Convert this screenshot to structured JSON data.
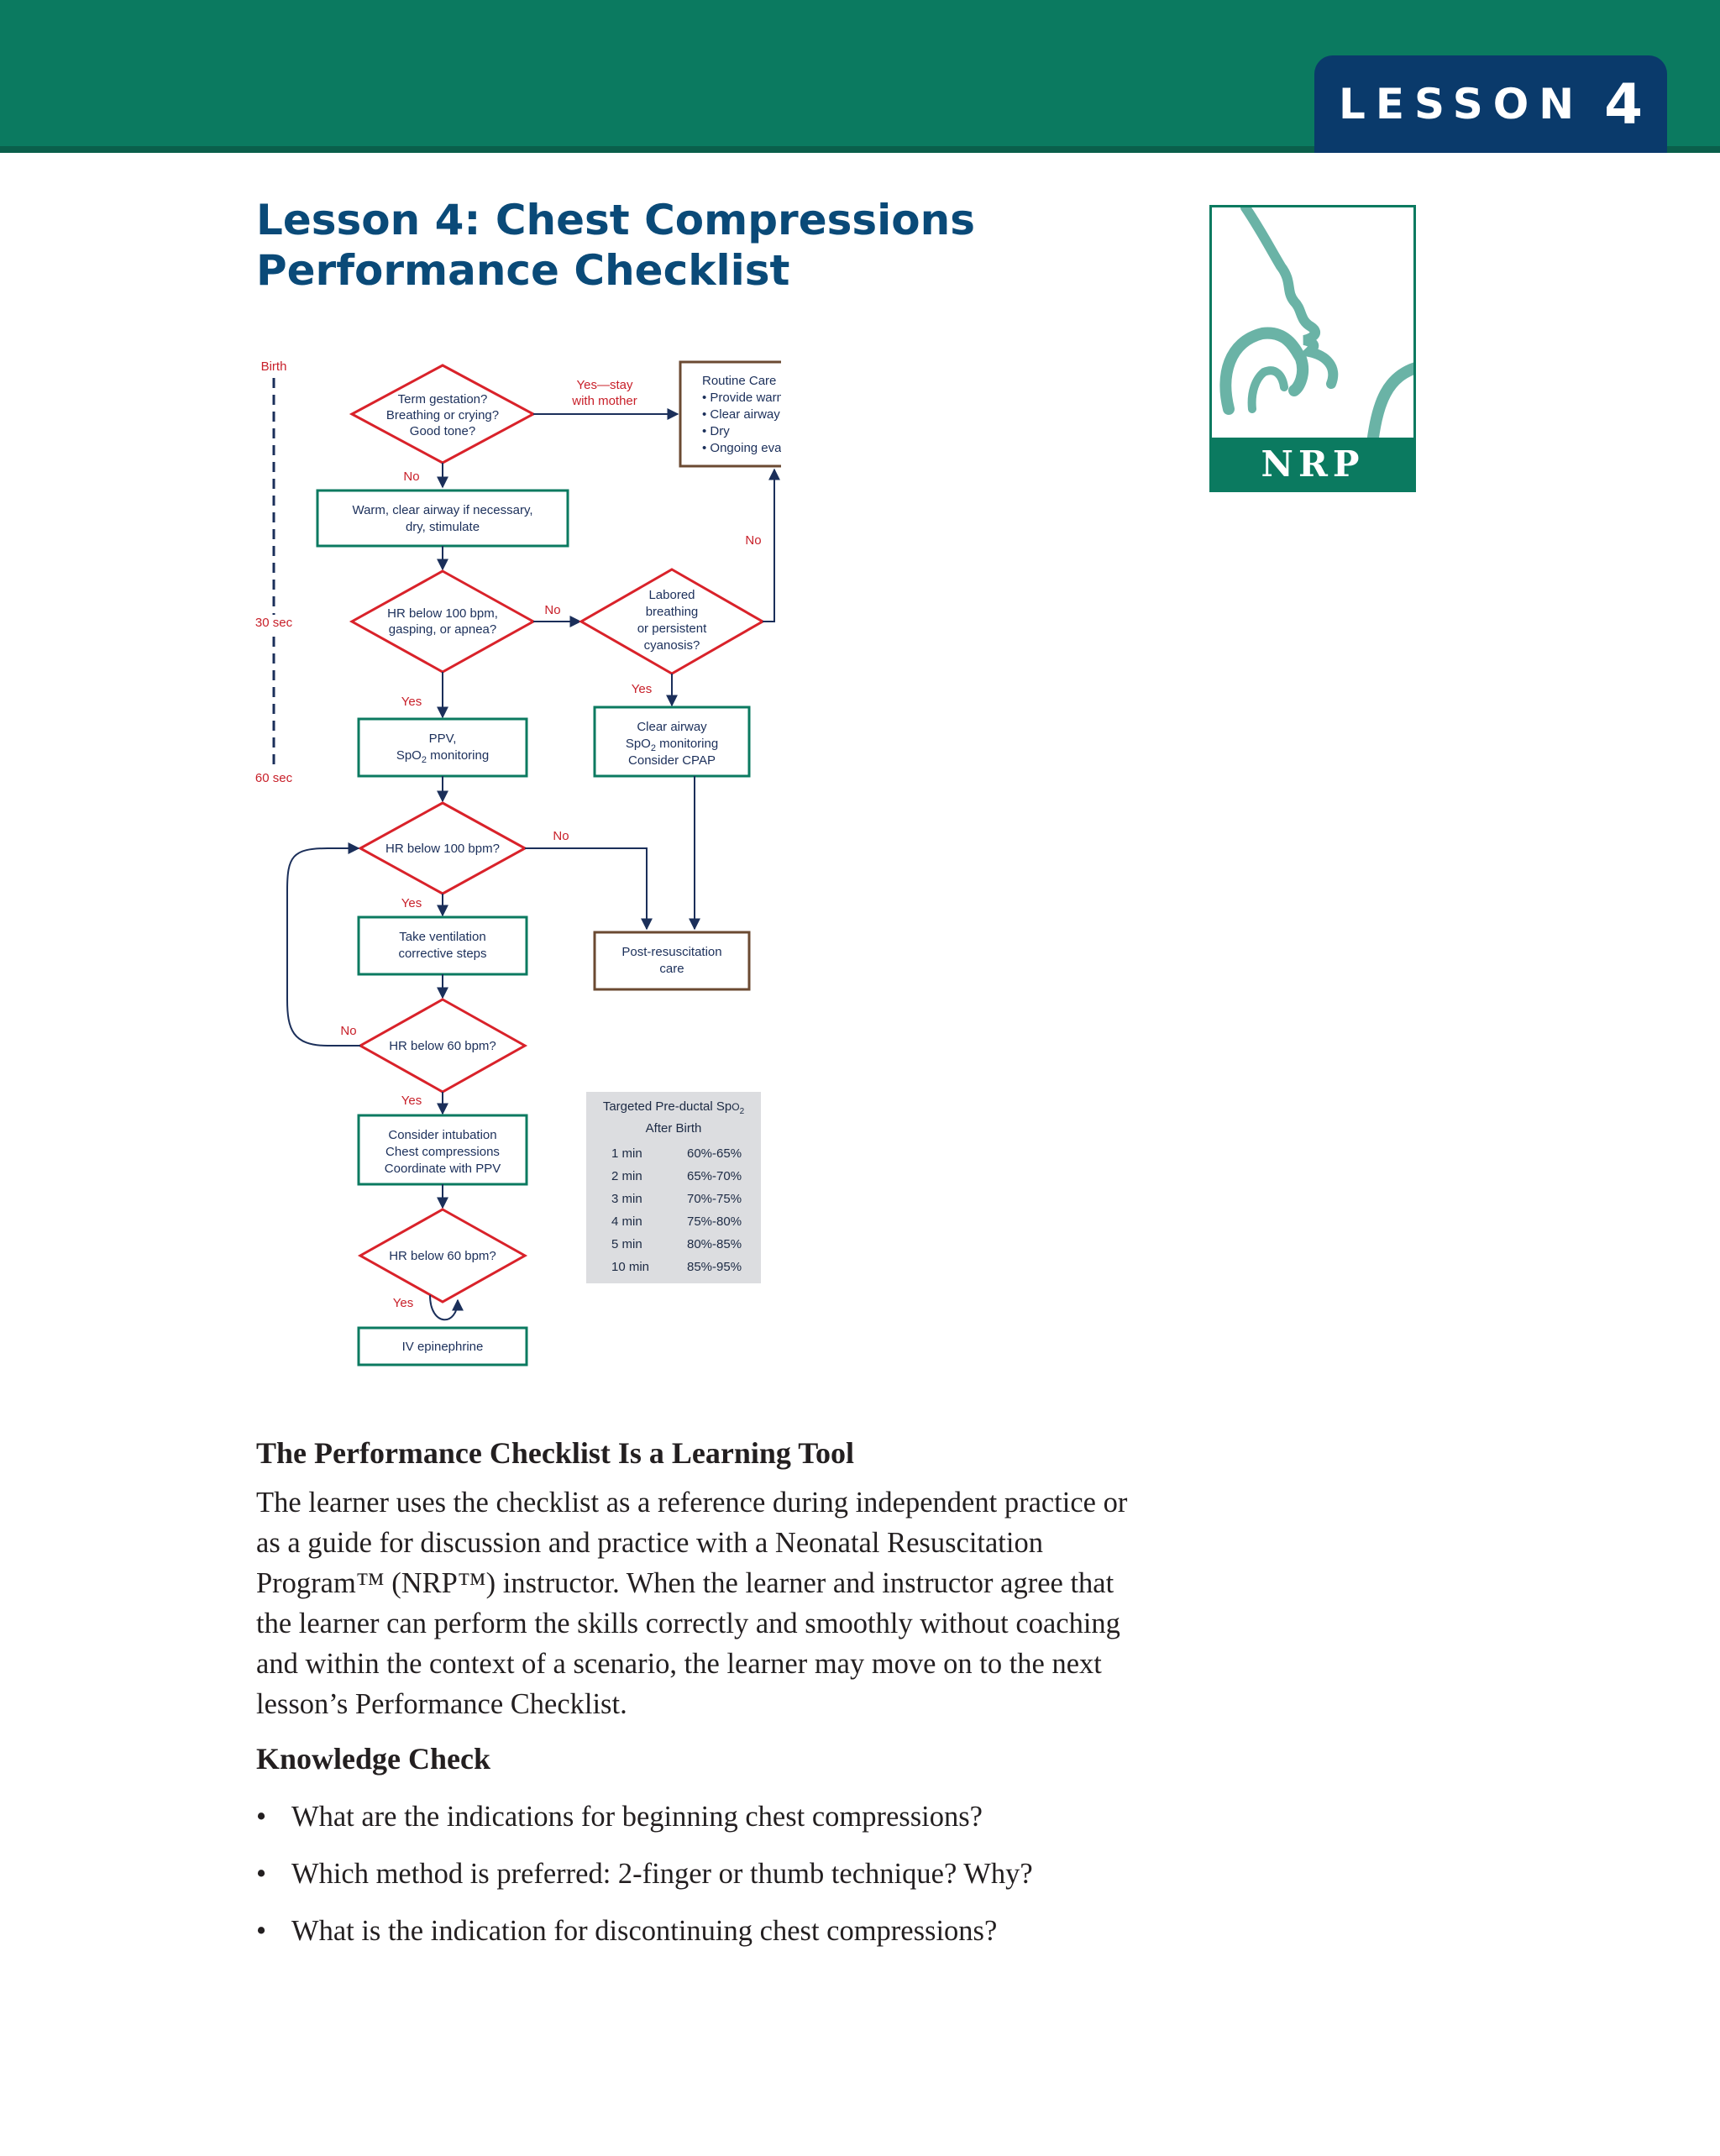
{
  "header": {
    "lesson_word": "LESSON",
    "lesson_number": "4"
  },
  "title": {
    "line1": "Lesson 4: Chest Compressions",
    "line2": "Performance Checklist"
  },
  "logo": {
    "text": "NRP",
    "icon": "mother-and-baby-silhouette-icon"
  },
  "flowchart": {
    "timeline": {
      "birth": "Birth",
      "t30": "30 sec",
      "t60": "60 sec"
    },
    "q_term": [
      "Term gestation?",
      "Breathing or crying?",
      "Good tone?"
    ],
    "yes_stay": [
      "Yes—stay",
      "with mother"
    ],
    "routine_care": [
      "Routine Care",
      "• Provide warmth",
      "• Clear airway if necessary",
      "• Dry",
      "• Ongoing evaluation"
    ],
    "no": "No",
    "yes": "Yes",
    "warm": [
      "Warm, clear airway if necessary,",
      "dry, stimulate"
    ],
    "q_hr100_gasp": [
      "HR below 100 bpm,",
      "gasping, or apnea?"
    ],
    "q_labored": [
      "Labored",
      "breathing",
      "or persistent",
      "cyanosis?"
    ],
    "ppv": [
      "PPV,",
      "SpO",
      "2",
      " monitoring"
    ],
    "clear_airway": [
      "Clear airway",
      "SpO",
      "2",
      " monitoring",
      "Consider CPAP"
    ],
    "q_hr100": "HR below 100 bpm?",
    "ventilation": [
      "Take ventilation",
      "corrective steps"
    ],
    "post_resus": [
      "Post-resuscitation",
      "care"
    ],
    "q_hr60": "HR below 60 bpm?",
    "compressions": [
      "Consider intubation",
      "Chest compressions",
      "Coordinate with PPV"
    ],
    "iv_epi": "IV epinephrine"
  },
  "spo2_table": {
    "title_a": "Targeted Pre-ductal Sp",
    "title_o": "O",
    "title_sub": "2",
    "title_line2": "After Birth",
    "rows": [
      {
        "time": "1 min",
        "range": "60%-65%"
      },
      {
        "time": "2 min",
        "range": "65%-70%"
      },
      {
        "time": "3 min",
        "range": "70%-75%"
      },
      {
        "time": "4 min",
        "range": "75%-80%"
      },
      {
        "time": "5 min",
        "range": "80%-85%"
      },
      {
        "time": "10 min",
        "range": "85%-95%"
      }
    ]
  },
  "section1": {
    "heading": "The Performance Checklist Is a Learning Tool",
    "paragraph": "The learner uses the checklist as a reference during independent practice or as a guide for discussion and practice with a Neonatal Resuscitation Program™ (NRP™) instructor. When the learner and instructor agree that the learner can perform the skills correctly and smoothly without coaching and within the context of a scenario, the learner may move on to the next lesson’s Performance Checklist."
  },
  "section2": {
    "heading": "Knowledge Check",
    "bullet": "•",
    "items": [
      "What are the indications for beginning chest compressions?",
      "Which method is preferred: 2-finger or thumb technique? Why?",
      "What is the indication for discontinuing chest compressions?"
    ]
  },
  "colors": {
    "band": "#0b7a60",
    "tab": "#0a3a6b",
    "title": "#0a4a78",
    "box_green": "#0b7a60",
    "diamond_red": "#d9222a",
    "box_brown": "#6b4a32",
    "arrow": "#1b2f5a",
    "label_red": "#c8202a"
  }
}
